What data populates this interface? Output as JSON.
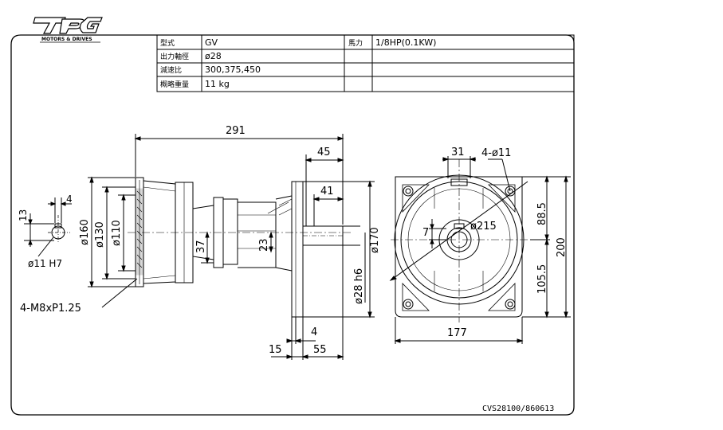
{
  "logo": {
    "letters": "TPG",
    "tagline": "MOTORS & DRIVES"
  },
  "spec_table": {
    "rows": [
      {
        "label": "型式",
        "value": "GV"
      },
      {
        "label": "出力軸徑",
        "value": "ø28"
      },
      {
        "label": "減速比",
        "value": "300,375,450"
      },
      {
        "label": "概略重量",
        "value": "11 kg"
      }
    ],
    "power_label": "馬力",
    "power_value": "1/8HP(0.1KW)"
  },
  "dimensions": {
    "overall_length": "291",
    "d45": "45",
    "d41": "41",
    "key_width": "4",
    "key_height": "13",
    "bore": "ø11 H7",
    "d160": "ø160",
    "d130": "ø130",
    "d110": "ø110",
    "d37": "37",
    "d23": "23",
    "d28": "ø28 h6",
    "d170": "ø170",
    "bolt": "4-M8xP1.25",
    "d4b": "4",
    "d15": "15",
    "d55": "55",
    "d31": "31",
    "holes": "4-ø11",
    "d215": "ø215",
    "d7": "7",
    "d88": "88.5",
    "d200": "200",
    "d105": "105.5",
    "d177": "177"
  },
  "drawing_code": "CVS28100/860613"
}
